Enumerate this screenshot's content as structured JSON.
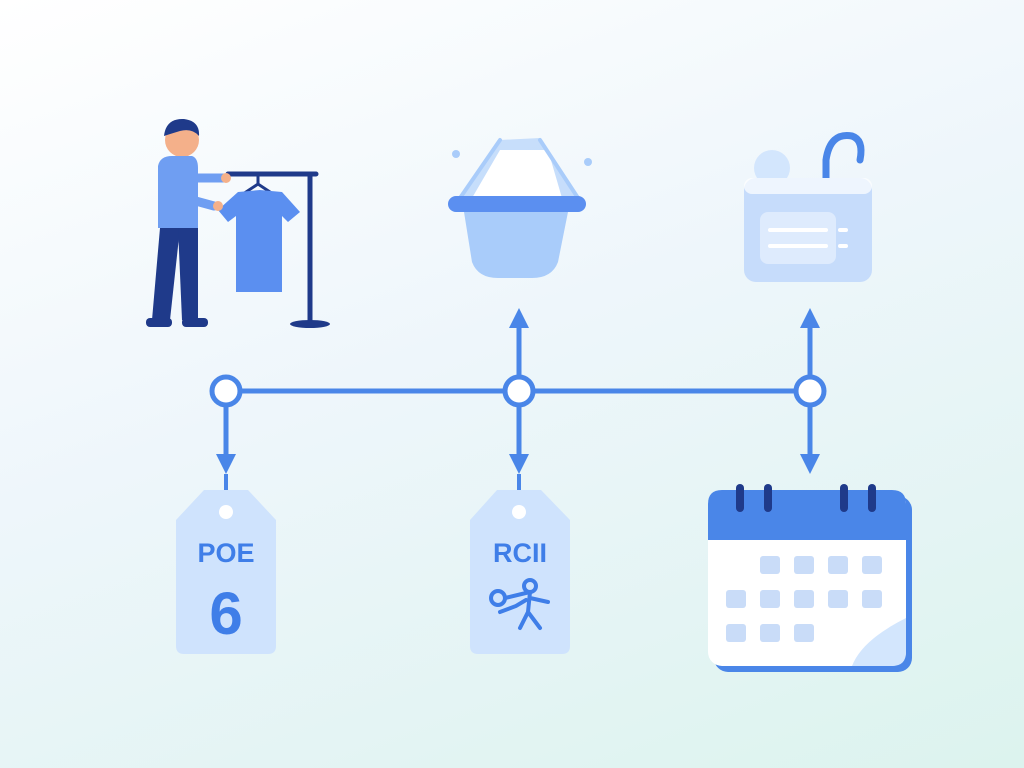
{
  "colors": {
    "primary": "#3f7ee8",
    "navy": "#1f3a8a",
    "light_blue": "#a9ccfa",
    "pale_blue": "#d3e6fd",
    "tag_fill": "#cfe3fd",
    "background": "#eef6fb"
  },
  "nodes": [
    {
      "id": "clothing-rack",
      "icon": "person-hanging-shirt-icon"
    },
    {
      "id": "wash-basin",
      "icon": "wash-basin-icon"
    },
    {
      "id": "washing-machine",
      "icon": "washer-icon"
    }
  ],
  "tags": [
    {
      "id": "tag-1",
      "line1": "POE",
      "line2": "6"
    },
    {
      "id": "tag-2",
      "line1": "RCII",
      "symbol": "scissors-figure-icon"
    }
  ],
  "calendar": {
    "icon": "calendar-icon"
  }
}
